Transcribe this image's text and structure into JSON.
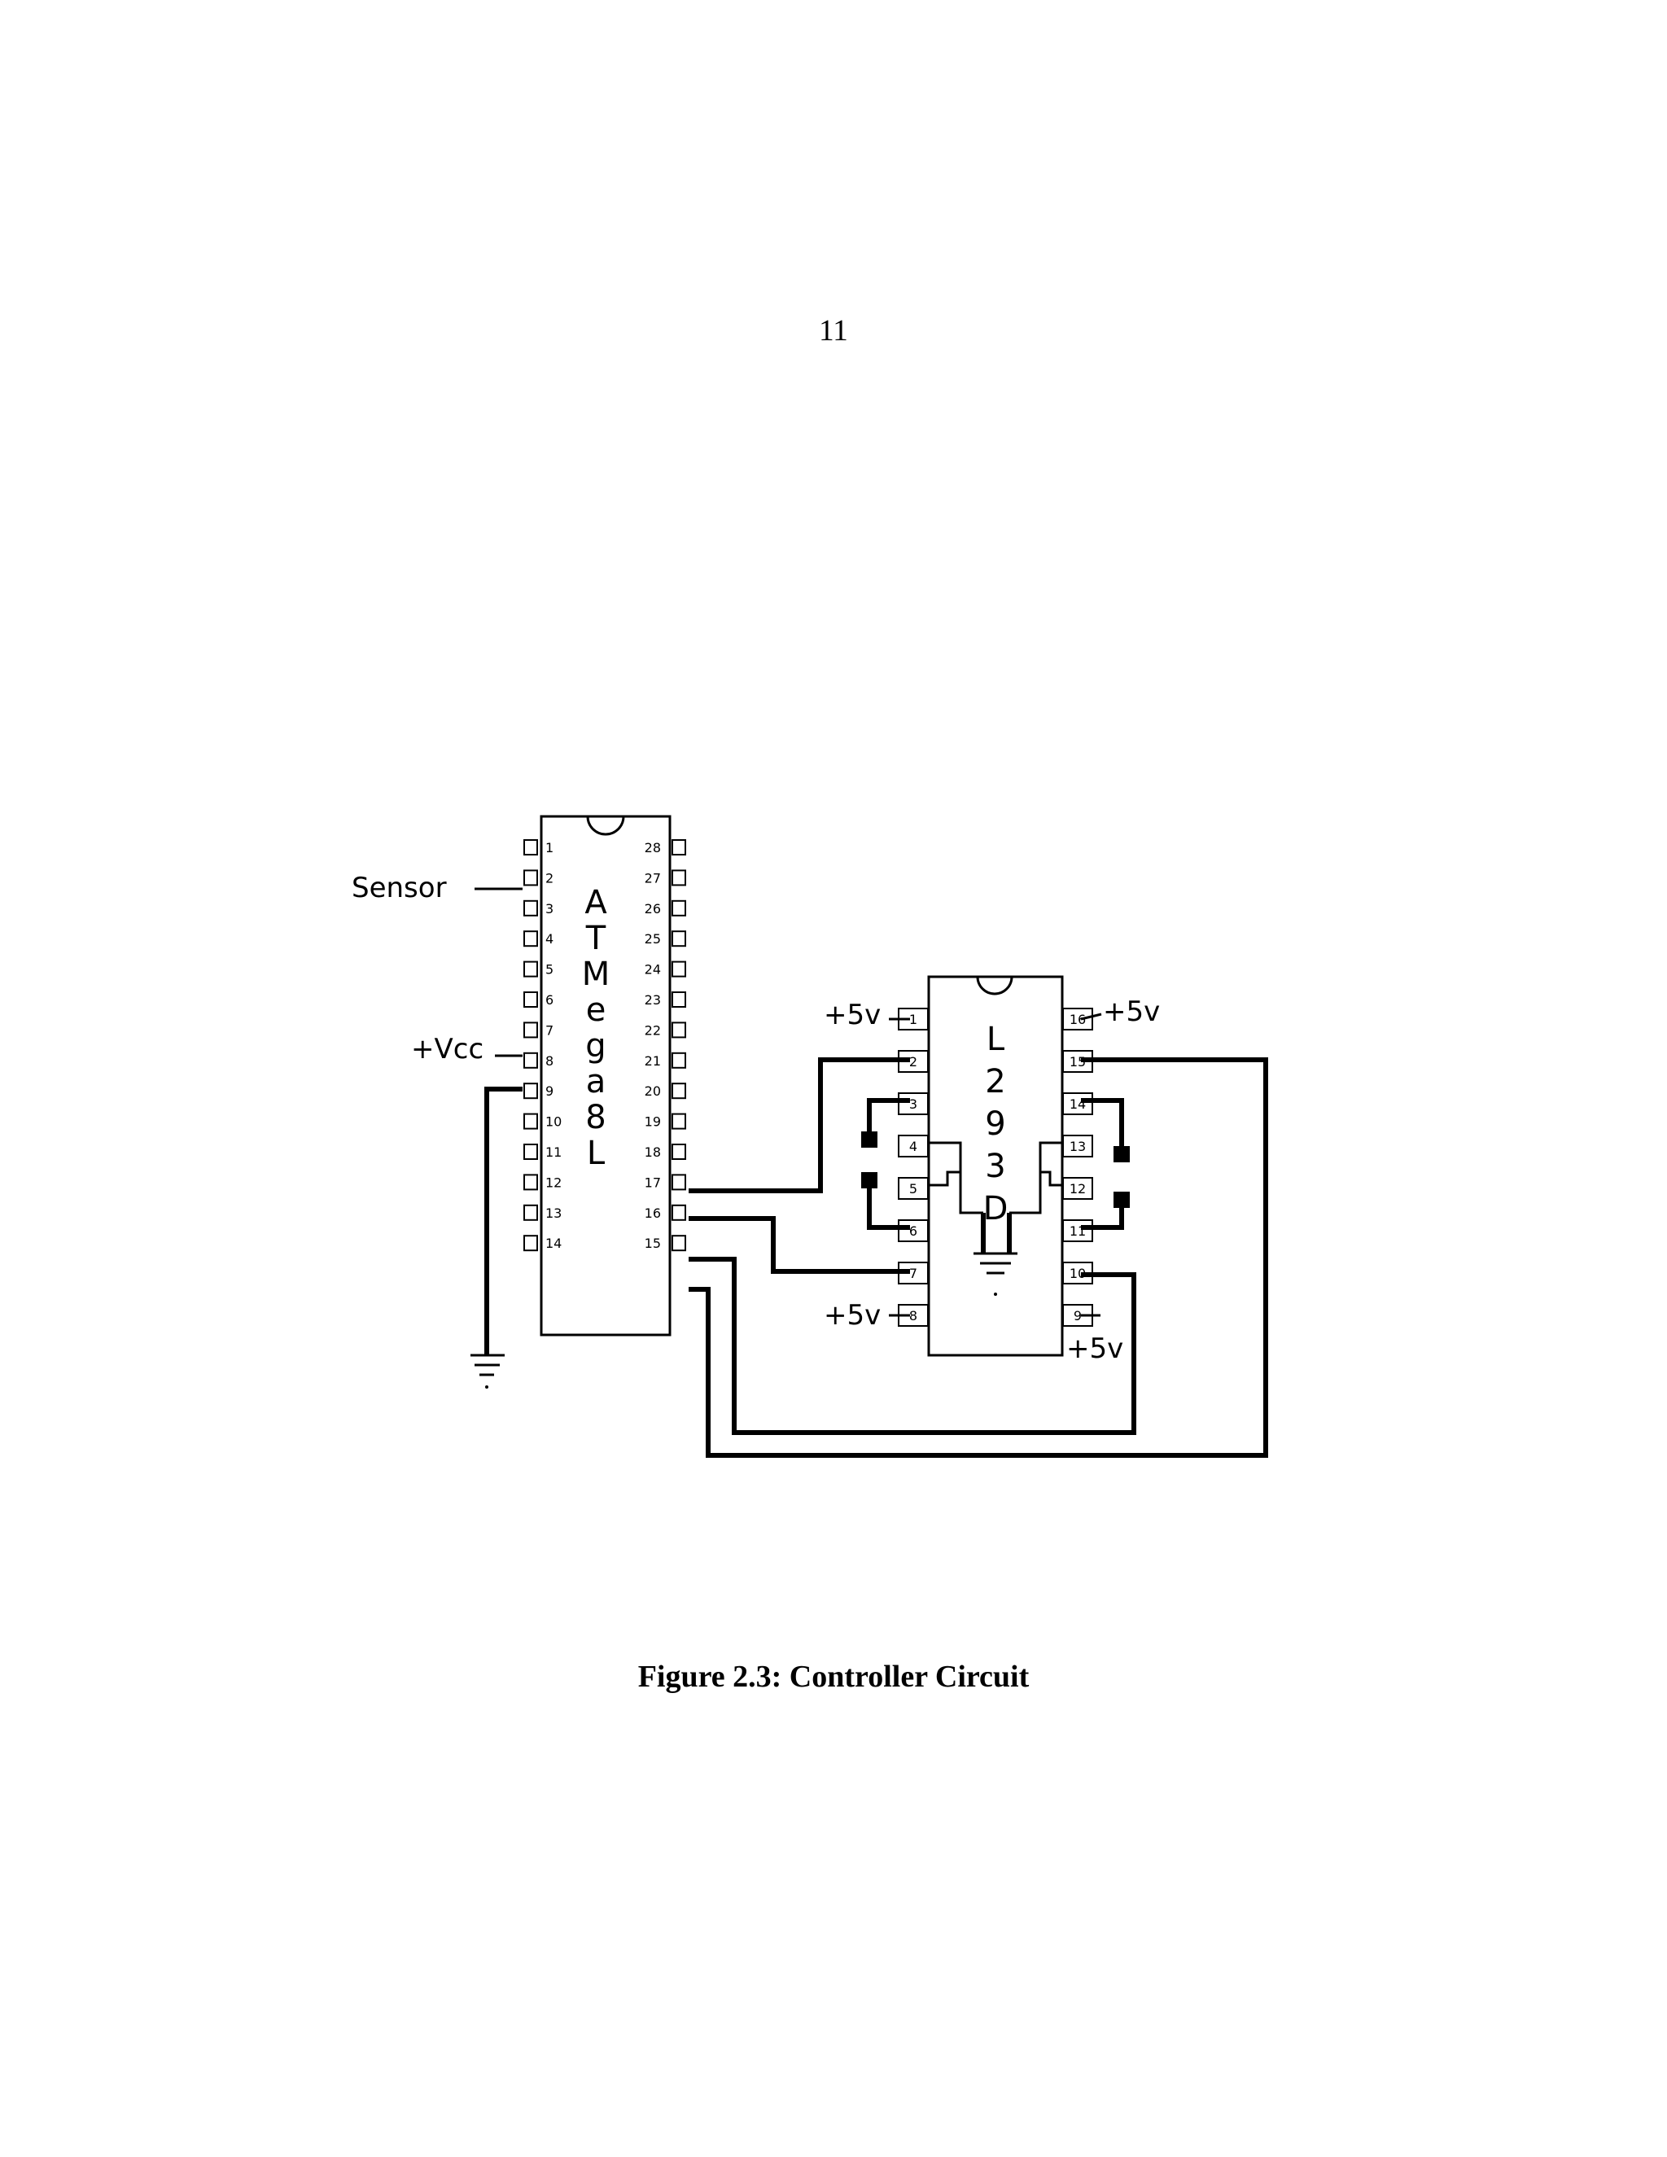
{
  "page_number": "11",
  "caption": "Figure 2.3: Controller Circuit",
  "chip1": {
    "label": "ATMega8L",
    "letters": [
      "A",
      "T",
      "M",
      "e",
      "g",
      "a",
      "8",
      "L"
    ],
    "left_pins": [
      "1",
      "2",
      "3",
      "4",
      "5",
      "6",
      "7",
      "8",
      "9",
      "10",
      "11",
      "12",
      "13",
      "14"
    ],
    "right_pins": [
      "28",
      "27",
      "26",
      "25",
      "24",
      "23",
      "22",
      "21",
      "20",
      "19",
      "18",
      "17",
      "16",
      "15"
    ]
  },
  "chip2": {
    "label": "L293D",
    "letters": [
      "L",
      "2",
      "9",
      "3",
      "D"
    ],
    "left_pins": [
      "1",
      "2",
      "3",
      "4",
      "5",
      "6",
      "7",
      "8"
    ],
    "right_pins": [
      "16",
      "15",
      "14",
      "13",
      "12",
      "11",
      "10",
      "9"
    ]
  },
  "labels": {
    "sensor": "Sensor",
    "vcc": "+Vcc",
    "l293_pin1": "+5v",
    "l293_pin16": "+5v",
    "l293_pin8": "+5v",
    "l293_pin9": "+5v"
  }
}
